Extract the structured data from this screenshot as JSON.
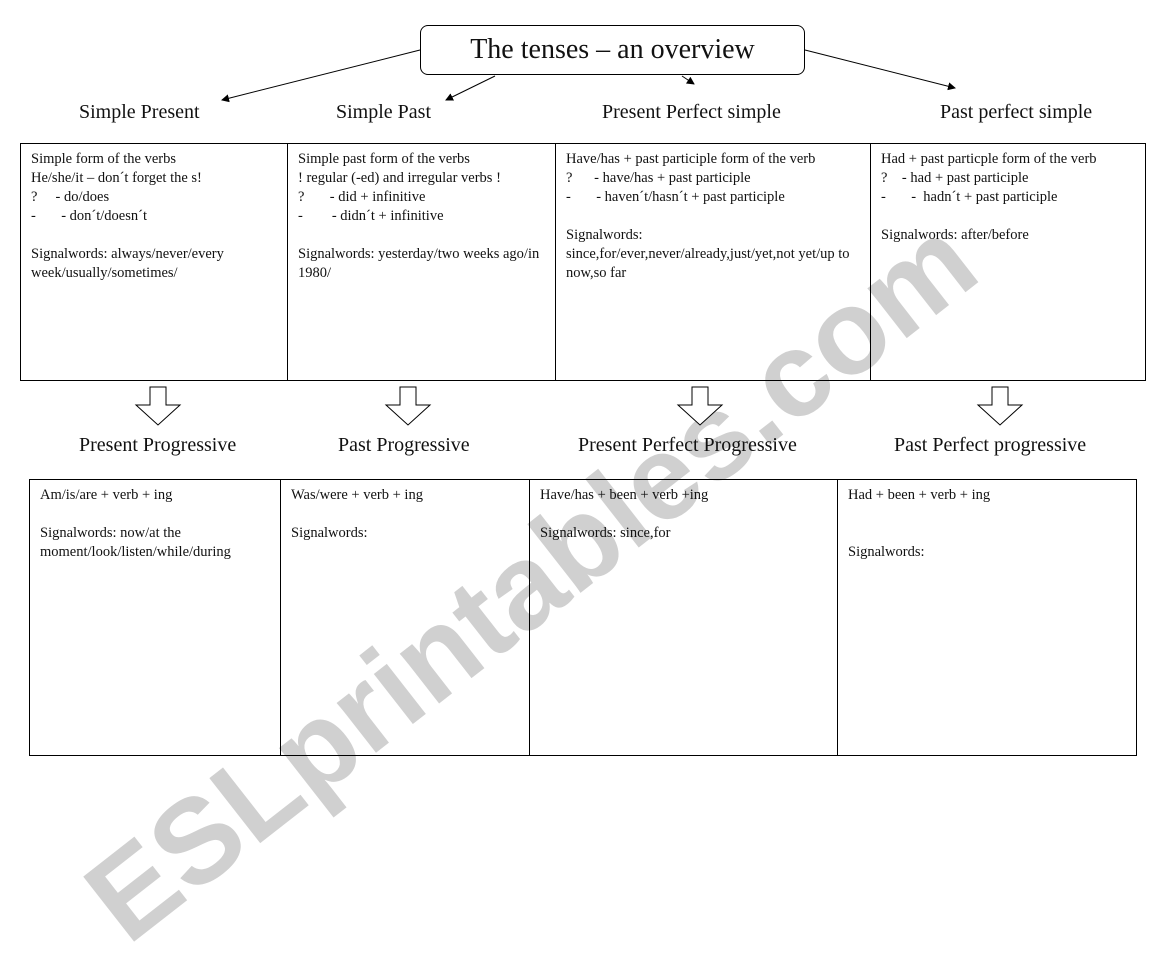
{
  "title": "The tenses – an overview",
  "simple": [
    {
      "heading": "Simple Present",
      "text": "Simple form of the verbs\nHe/she/it – don´t forget the s!\n?     - do/does\n-       - don´t/doesn´t\n\nSignalwords: always/never/every week/usually/sometimes/"
    },
    {
      "heading": "Simple Past",
      "text": "Simple past form of the verbs\n! regular (-ed) and irregular verbs !\n?       - did + infinitive\n-        - didn´t + infinitive\n\nSignalwords: yesterday/two weeks ago/in 1980/"
    },
    {
      "heading": "Present Perfect simple",
      "text": "Have/has + past participle form of the verb\n?      - have/has + past participle\n-       - haven´t/hasn´t + past participle\n\nSignalwords: since,for/ever,never/already,just/yet,not yet/up to now,so far"
    },
    {
      "heading": "Past perfect simple",
      "text": "Had + past particple form of the verb\n?    - had + past participle\n-       -  hadn´t + past participle\n\nSignalwords: after/before"
    }
  ],
  "progressive": [
    {
      "heading": "Present Progressive",
      "text": "Am/is/are + verb + ing\n\nSignalwords: now/at the moment/look/listen/while/during"
    },
    {
      "heading": "Past Progressive",
      "text": "Was/were + verb + ing\n\nSignalwords:"
    },
    {
      "heading": "Present Perfect Progressive",
      "text": "Have/has + been + verb +ing\n\nSignalwords: since,for"
    },
    {
      "heading": "Past Perfect progressive",
      "text": "Had + been + verb + ing\n\n\nSignalwords:"
    }
  ],
  "watermark": "ESLprintables.com"
}
